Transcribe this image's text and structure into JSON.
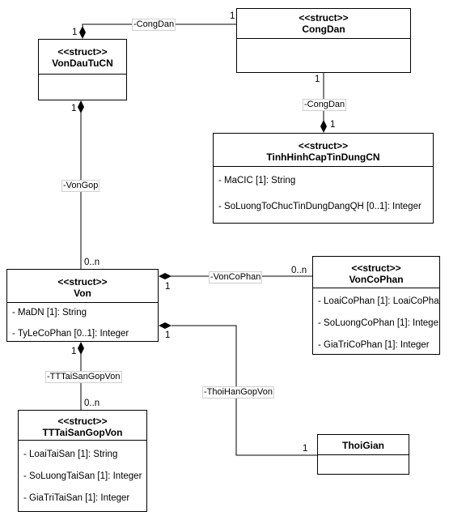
{
  "classes": {
    "congdan": {
      "stereotype": "<<struct>>",
      "name": "CongDan"
    },
    "vondautucn": {
      "stereotype": "<<struct>>",
      "name": "VonDauTuCN"
    },
    "tinhhinh": {
      "stereotype": "<<struct>>",
      "name": "TinhHinhCapTinDungCN",
      "attributes": [
        "- MaCIC [1]: String",
        "- SoLuongToChucTinDungDangQH [0..1]: Integer"
      ]
    },
    "von": {
      "stereotype": "<<struct>>",
      "name": "Von",
      "attributes": [
        "- MaDN [1]: String",
        "- TyLeCoPhan [0..1]: Integer"
      ]
    },
    "voncophan": {
      "stereotype": "<<struct>>",
      "name": "VonCoPhan",
      "attributes": [
        "-  LoaiCoPhan [1]: LoaiCoPha",
        "- SoLuongCoPhan [1]: Intege",
        "- GiaTriCoPhan [1]: Integer"
      ]
    },
    "tttaisan": {
      "stereotype": "<<struct>>",
      "name": "TTTaiSanGopVon",
      "attributes": [
        "- LoaiTaiSan [1]: String",
        "- SoLuongTaiSan [1]: Integer",
        "- GiaTriTaiSan [1]: Integer"
      ]
    },
    "thoigian": {
      "name": "ThoiGian"
    }
  },
  "associations": {
    "congdan_vondautu": {
      "label": "-CongDan",
      "mult_a": "1",
      "mult_b": "1"
    },
    "congdan_tinhhinh": {
      "label": "-CongDan",
      "mult_a": "1",
      "mult_b": "1"
    },
    "vongop": {
      "label": "-VonGop",
      "mult_a": "1",
      "mult_b": "0..n"
    },
    "voncophan": {
      "label": "-VonCoPhan",
      "mult_a": "1",
      "mult_b": "0..n"
    },
    "tttaisan": {
      "label": "-TTTaiSanGopVon",
      "mult_a": "1",
      "mult_b": "0..n"
    },
    "thoihan": {
      "label": "-ThoiHanGopVon",
      "mult_a": "1",
      "mult_b": "1"
    }
  }
}
